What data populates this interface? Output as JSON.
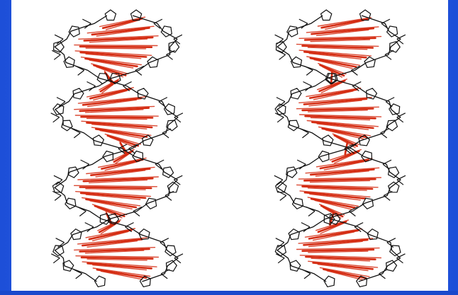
{
  "image": {
    "subject": "dna-double-helix-stereo-pair",
    "views": [
      "left-eye-view",
      "right-eye-view"
    ],
    "colors": {
      "background_frame": "#1f52e0",
      "panel": "#ffffff",
      "backbone": "#111111",
      "base_pairs": "#d42a10"
    }
  }
}
